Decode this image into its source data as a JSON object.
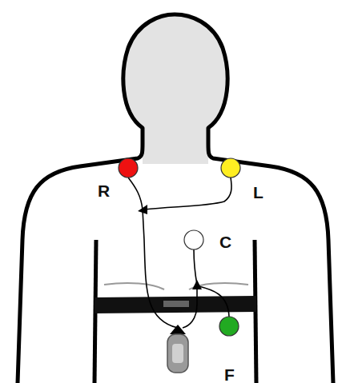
{
  "diagram": {
    "labels": [
      "R",
      "L",
      "C",
      "F"
    ]
  }
}
